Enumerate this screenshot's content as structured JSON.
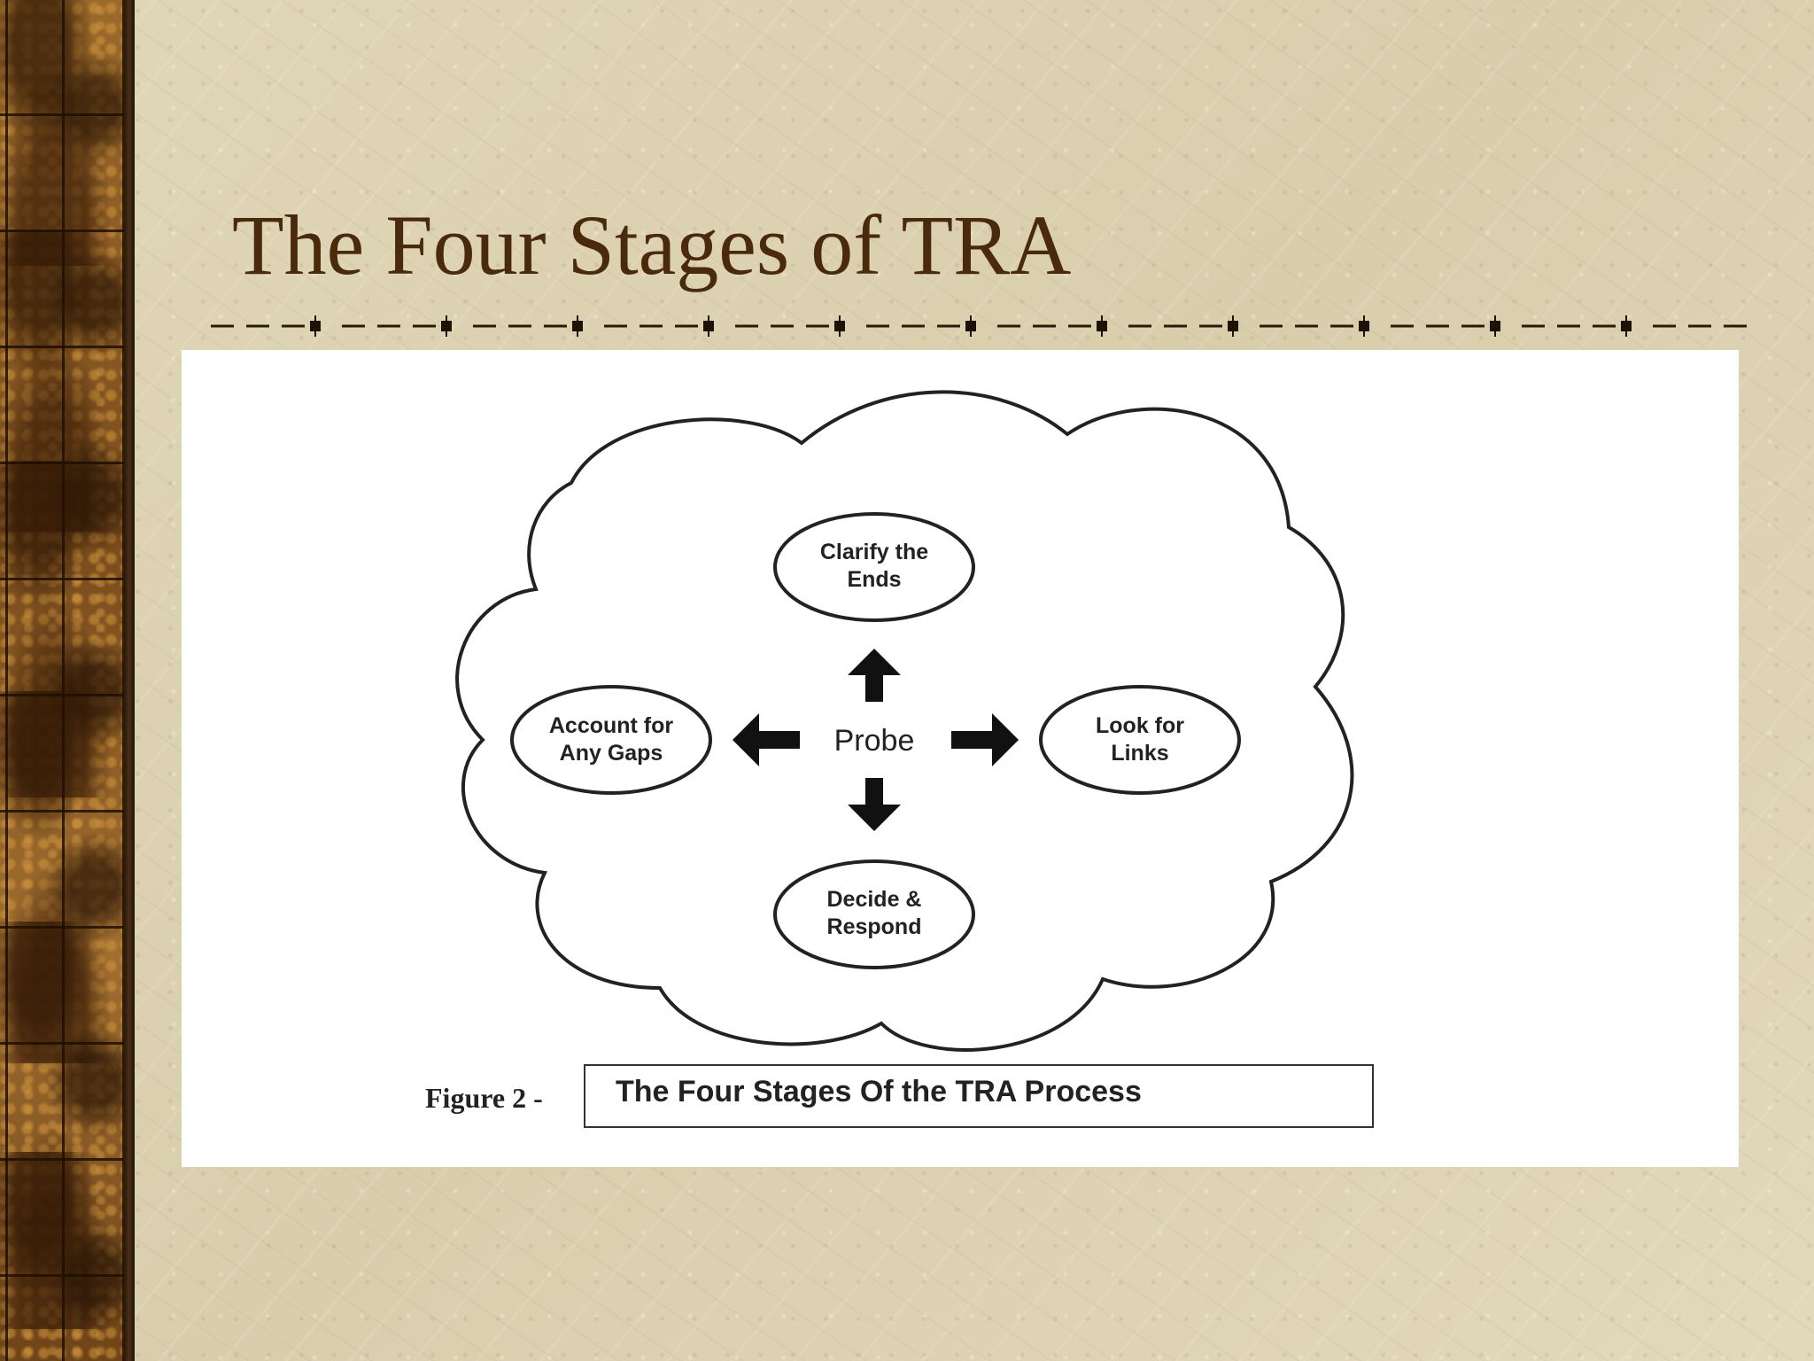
{
  "slide": {
    "title": "The Four Stages of TRA"
  },
  "figure": {
    "center": "Probe",
    "nodes": {
      "top": [
        "Clarify the",
        "Ends"
      ],
      "left": [
        "Account for",
        "Any Gaps"
      ],
      "right": [
        "Look for",
        "Links"
      ],
      "bottom": [
        "Decide &",
        "Respond"
      ]
    },
    "caption_prefix": "Figure 2 -",
    "caption": "The Four Stages Of the TRA Process"
  },
  "colors": {
    "title": "#4a2a0c",
    "background": "#ddd3b3",
    "side_strip": "#8a5a24",
    "panel": "#ffffff",
    "ink": "#222222"
  }
}
